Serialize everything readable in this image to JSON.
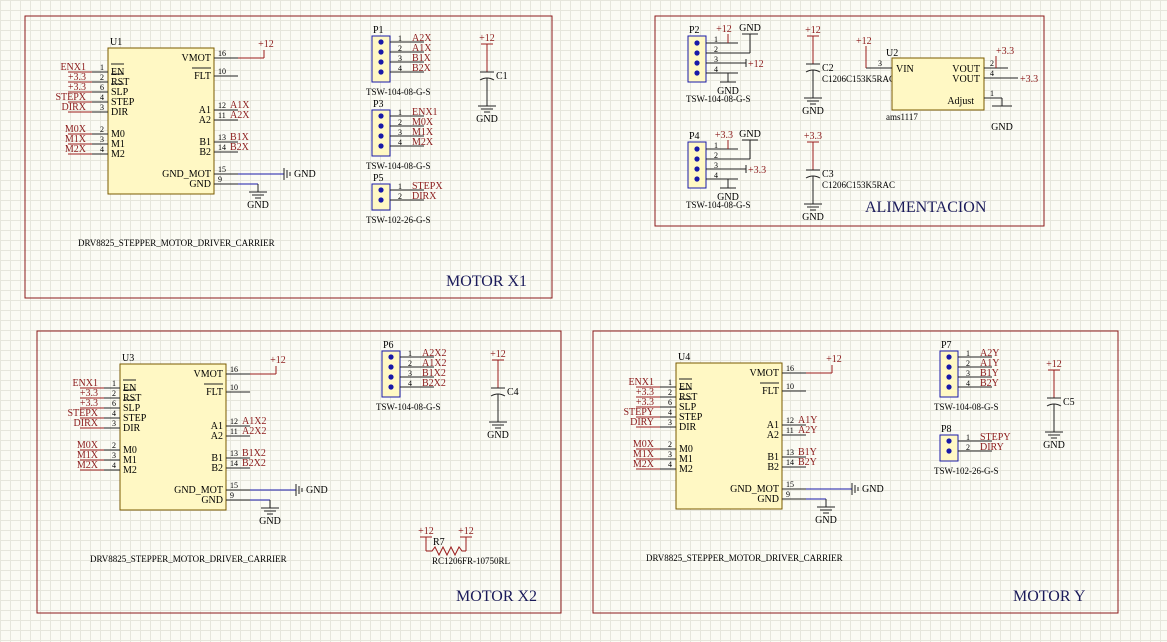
{
  "sheet_titles": {
    "motor_x1": "MOTOR X1",
    "motor_x2": "MOTOR X2",
    "motor_y": "MOTOR Y",
    "alimentacion": "ALIMENTACION"
  },
  "driver": {
    "left_pins": [
      "EN",
      "RST",
      "SLP",
      "STEP",
      "DIR",
      "M0",
      "M1",
      "M2"
    ],
    "left_nums": [
      "1",
      "2",
      "6",
      "4",
      "3",
      "2",
      "3",
      "4"
    ],
    "right_pins": [
      "VMOT",
      "FLT",
      "A1",
      "A2",
      "B1",
      "B2",
      "GND_MOT",
      "GND"
    ],
    "right_nums": [
      "16",
      "10",
      "12",
      "11",
      "13",
      "14",
      "15",
      "9"
    ],
    "part": "DRV8825_STEPPER_MOTOR_DRIVER_CARRIER"
  },
  "u1": {
    "designator": "U1",
    "left_nets": [
      "ENX1",
      "+3.3",
      "+3.3",
      "STEPX",
      "DIRX",
      "M0X",
      "M1X",
      "M2X"
    ],
    "right_nets": [
      "+12",
      "",
      "A1X",
      "A2X",
      "B1X",
      "B2X",
      "GND",
      "GND"
    ]
  },
  "u3": {
    "designator": "U3",
    "left_nets": [
      "ENX1",
      "+3.3",
      "+3.3",
      "STEPX",
      "DIRX",
      "M0X",
      "M1X",
      "M2X"
    ],
    "right_nets": [
      "+12",
      "",
      "A1X2",
      "A2X2",
      "B1X2",
      "B2X2",
      "GND",
      "GND"
    ]
  },
  "u4": {
    "designator": "U4",
    "left_nets": [
      "ENX1",
      "+3.3",
      "+3.3",
      "STEPY",
      "DIRY",
      "M0X",
      "M1X",
      "M2X"
    ],
    "right_nets": [
      "+12",
      "",
      "A1Y",
      "A2Y",
      "B1Y",
      "B2Y",
      "GND",
      "GND"
    ]
  },
  "connectors": {
    "p1": {
      "designator": "P1",
      "part": "TSW-104-08-G-S",
      "nets": [
        "A2X",
        "A1X",
        "B1X",
        "B2X"
      ]
    },
    "p3": {
      "designator": "P3",
      "part": "TSW-104-08-G-S",
      "nets": [
        "ENX1",
        "M0X",
        "M1X",
        "M2X"
      ]
    },
    "p5": {
      "designator": "P5",
      "part": "TSW-102-26-G-S",
      "nets": [
        "STEPX",
        "DIRX"
      ]
    },
    "p6": {
      "designator": "P6",
      "part": "TSW-104-08-G-S",
      "nets": [
        "A2X2",
        "A1X2",
        "B1X2",
        "B2X2"
      ]
    },
    "p7": {
      "designator": "P7",
      "part": "TSW-104-08-G-S",
      "nets": [
        "A2Y",
        "A1Y",
        "B1Y",
        "B2Y"
      ]
    },
    "p8": {
      "designator": "P8",
      "part": "TSW-102-26-G-S",
      "nets": [
        "STEPY",
        "DIRY"
      ]
    },
    "p2": {
      "designator": "P2",
      "part": "TSW-104-08-G-S",
      "top_nets": [
        "+12",
        "GND"
      ],
      "side_net": "+12",
      "bottom_net": "GND"
    },
    "p4": {
      "designator": "P4",
      "part": "TSW-104-08-G-S",
      "top_nets": [
        "+3.3",
        "GND"
      ],
      "side_net": "+3.3",
      "bottom_net": "GND"
    }
  },
  "caps": {
    "c1": {
      "designator": "C1",
      "top": "+12",
      "bottom": "GND"
    },
    "c4": {
      "designator": "C4",
      "top": "+12",
      "bottom": "GND"
    },
    "c5": {
      "designator": "C5",
      "top": "+12",
      "bottom": "GND"
    },
    "c2": {
      "designator": "C2",
      "part": "C1206C153K5RAC",
      "top": "+12",
      "bottom": "GND"
    },
    "c3": {
      "designator": "C3",
      "part": "C1206C153K5RAC",
      "top": "+3.3",
      "bottom": "GND"
    }
  },
  "regulator": {
    "designator": "U2",
    "part": "ams1117",
    "pins": {
      "vin": "VIN",
      "vout1": "VOUT",
      "vout2": "VOUT",
      "adjust": "Adjust"
    },
    "nums": {
      "vin": "3",
      "vout1": "2",
      "vout2": "4",
      "adjust": "1"
    },
    "in_net": "+12",
    "out_net1": "+3.3",
    "out_net2": "+3.3",
    "adj_net": "GND"
  },
  "resistor": {
    "designator": "R7",
    "part": "RC1206FR-10750RL",
    "left": "+12",
    "right": "+12"
  },
  "gnd_label": "GND"
}
